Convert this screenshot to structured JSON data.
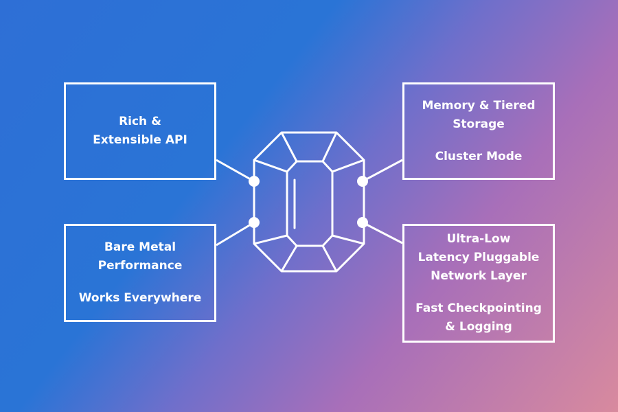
{
  "colors": {
    "gradient_start": "#2e6fd6",
    "gradient_mid": "#6f6fcb",
    "gradient_end": "#d88a9e",
    "stroke": "#ffffff"
  },
  "center": {
    "icon": "octagonal-gem-icon"
  },
  "cards": {
    "top_left": {
      "items": [
        "Rich &\nExtensible API"
      ]
    },
    "bottom_left": {
      "items": [
        "Bare Metal\nPerformance",
        "Works Everywhere"
      ]
    },
    "top_right": {
      "items": [
        "Memory & Tiered\nStorage",
        "Cluster Mode"
      ]
    },
    "bottom_right": {
      "items": [
        "Ultra-Low\nLatency Pluggable\nNetwork Layer",
        "Fast Checkpointing\n& Logging"
      ]
    }
  }
}
